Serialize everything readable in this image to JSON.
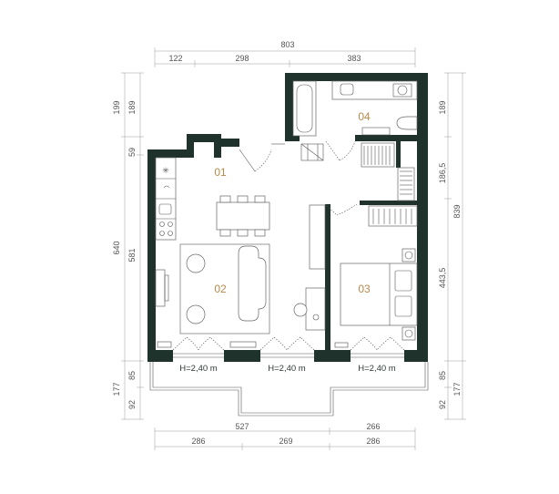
{
  "plan": {
    "colors": {
      "wall": "#1f332c",
      "room_label": "#b7894c",
      "dimension_text": "#555555"
    },
    "rooms": [
      {
        "id": "01",
        "label": "01"
      },
      {
        "id": "02",
        "label": "02"
      },
      {
        "id": "03",
        "label": "03"
      },
      {
        "id": "04",
        "label": "04"
      }
    ],
    "window_heights": [
      "H=2,40 m",
      "H=2,40 m",
      "H=2,40 m"
    ],
    "dimensions": {
      "top_total": "803",
      "top_parts": [
        "122",
        "298",
        "383"
      ],
      "bottom_total_parts": [
        "527",
        "266"
      ],
      "bottom_parts": [
        "286",
        "269",
        "286"
      ],
      "left_outer": [
        "199",
        "640",
        "177"
      ],
      "left_inner": [
        "189",
        "59",
        "581",
        "85",
        "92"
      ],
      "right_inner": [
        "189",
        "186,5",
        "443,5",
        "85",
        "92"
      ],
      "right_outer": [
        "839",
        "177"
      ]
    }
  }
}
